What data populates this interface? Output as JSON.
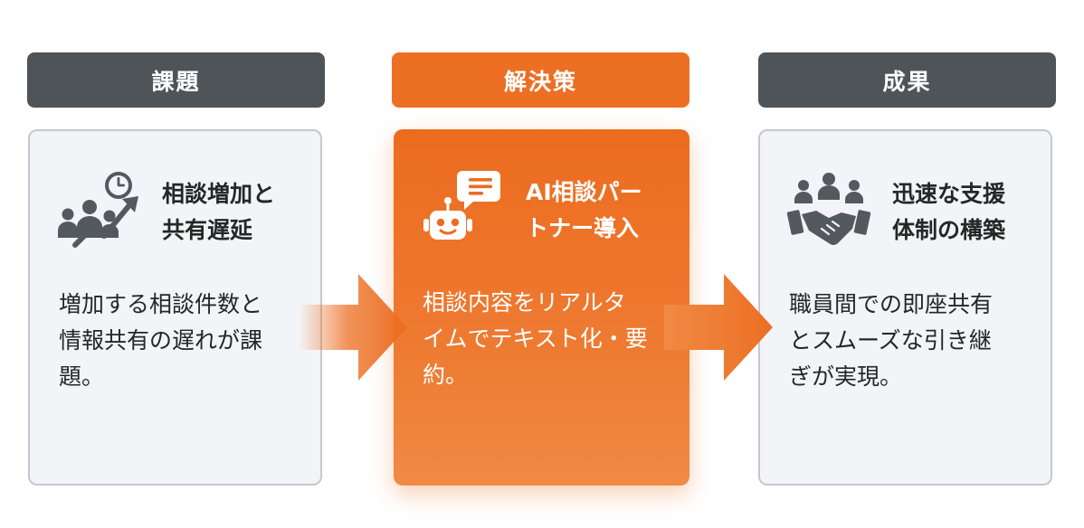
{
  "columns": [
    {
      "header": "課題",
      "title_lines": [
        "相談増加と",
        "共有遅延"
      ],
      "body_lines": [
        "増加する相談件数と",
        "情報共有の遅れが課",
        "題。"
      ],
      "icon": "growth-people-clock-icon"
    },
    {
      "header": "解決策",
      "title_lines": [
        "AI相談パー",
        "トナー導入"
      ],
      "body_lines": [
        "相談内容をリアルタ",
        "イムでテキスト化・要",
        "約。"
      ],
      "icon": "robot-chat-icon"
    },
    {
      "header": "成果",
      "title_lines": [
        "迅速な支援",
        "体制の構築"
      ],
      "body_lines": [
        "職員間での即座共有",
        "とスムーズな引き継",
        "ぎが実現。"
      ],
      "icon": "team-handshake-icon"
    }
  ],
  "colors": {
    "header_gray": "#4f5458",
    "accent_orange": "#ec6f23",
    "card_light": "#f2f4f7",
    "icon_gray": "#54595e"
  }
}
